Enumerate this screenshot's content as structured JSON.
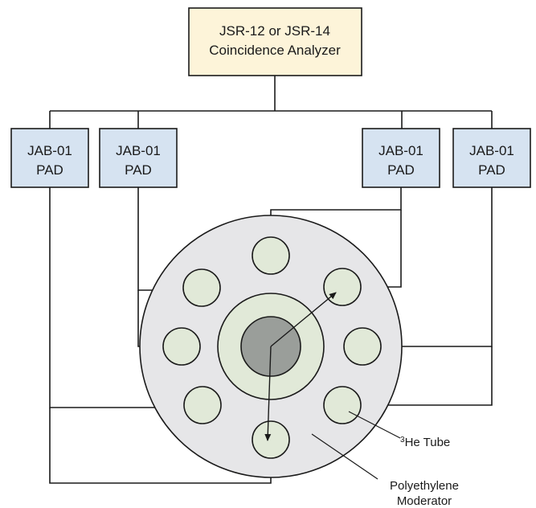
{
  "analyzer": {
    "line1": "JSR-12 or JSR-14",
    "line2": "Coincidence Analyzer",
    "fill": "#fdf4d9"
  },
  "pads": [
    {
      "line1": "JAB-01",
      "line2": "PAD"
    },
    {
      "line1": "JAB-01",
      "line2": "PAD"
    },
    {
      "line1": "JAB-01",
      "line2": "PAD"
    },
    {
      "line1": "JAB-01",
      "line2": "PAD"
    }
  ],
  "pad_fill": "#d6e3f1",
  "moderator_fill": "#e6e6e8",
  "tube_fill": "#e1e9d8",
  "inner_ring_fill": "#e1e9d8",
  "source_fill": "#9a9e9a",
  "labels": {
    "he_tube_sup": "3",
    "he_tube": "He Tube",
    "moderator_line1": "Polyethylene",
    "moderator_line2": "Moderator"
  }
}
